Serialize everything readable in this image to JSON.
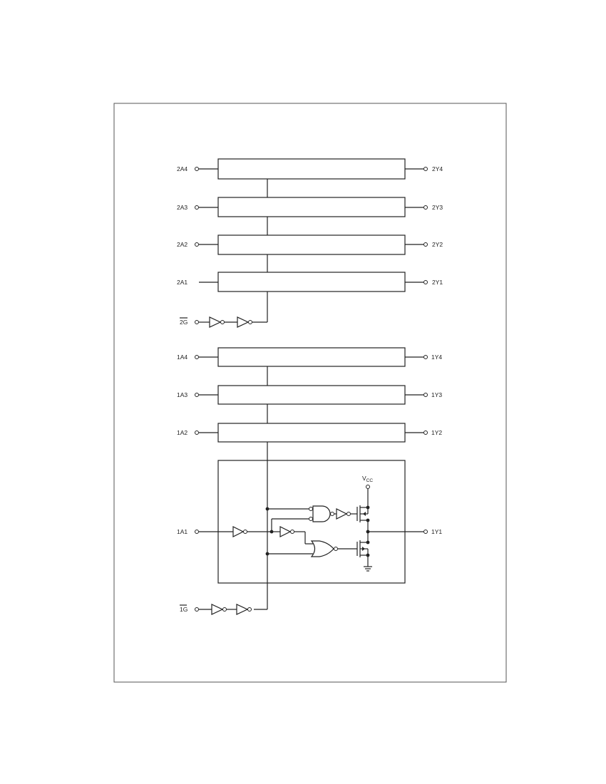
{
  "diagram": {
    "inputs_group2": [
      "2A4",
      "2A3",
      "2A2",
      "2A1"
    ],
    "outputs_group2": [
      "2Y4",
      "2Y3",
      "2Y2",
      "2Y1"
    ],
    "enable_group2": "2G",
    "inputs_group1": [
      "1A4",
      "1A3",
      "1A2",
      "1A1"
    ],
    "outputs_group1": [
      "1Y4",
      "1Y3",
      "1Y2",
      "1Y1"
    ],
    "enable_group1": "1G",
    "supply_label": "V",
    "supply_subscript": "CC"
  }
}
